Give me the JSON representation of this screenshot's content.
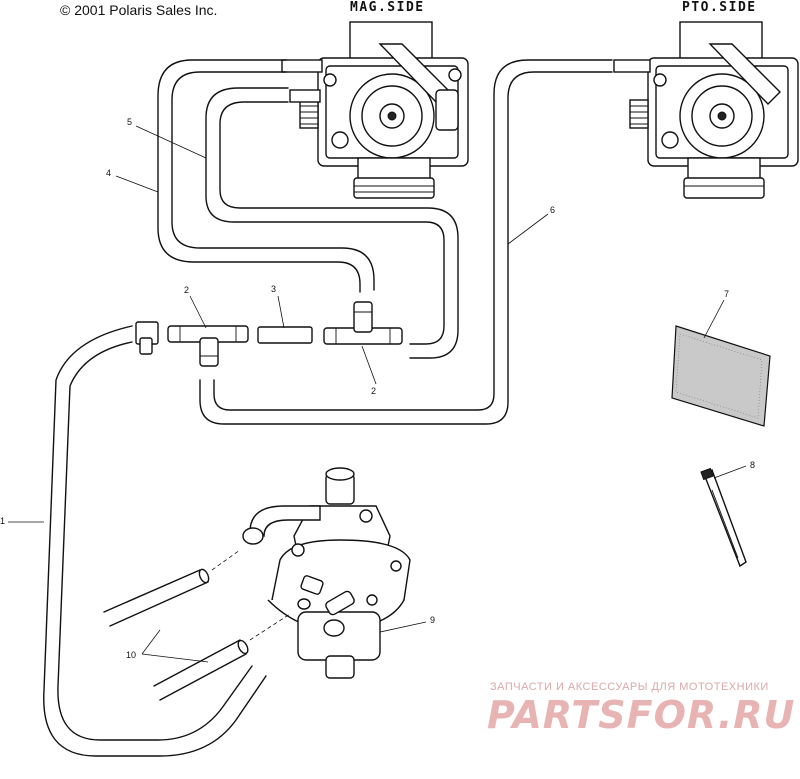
{
  "header": {
    "copyright": "© 2001 Polaris Sales Inc.",
    "mag_side": "MAG.SIDE",
    "pto_side": "PTO.SIDE"
  },
  "callouts": {
    "c1": "1",
    "c2a": "2",
    "c2b": "2",
    "c3": "3",
    "c4": "4",
    "c5": "5",
    "c6": "6",
    "c7": "7",
    "c8": "8",
    "c9": "9",
    "c10": "10"
  },
  "watermark": {
    "tagline": "ЗАПЧАСТИ И АКСЕССУАРЫ ДЛЯ МОТОТЕХНИКИ",
    "brand": "PARTSFOR.RU"
  }
}
